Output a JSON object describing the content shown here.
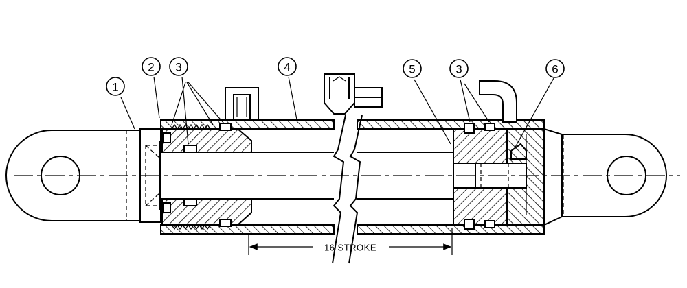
{
  "callouts": [
    {
      "id": "c1",
      "label": "1"
    },
    {
      "id": "c2",
      "label": "2"
    },
    {
      "id": "c3a",
      "label": "3"
    },
    {
      "id": "c4",
      "label": "4"
    },
    {
      "id": "c5",
      "label": "5"
    },
    {
      "id": "c3b",
      "label": "3"
    },
    {
      "id": "c6",
      "label": "6"
    }
  ],
  "dimension": {
    "label": "16 STROKE"
  }
}
